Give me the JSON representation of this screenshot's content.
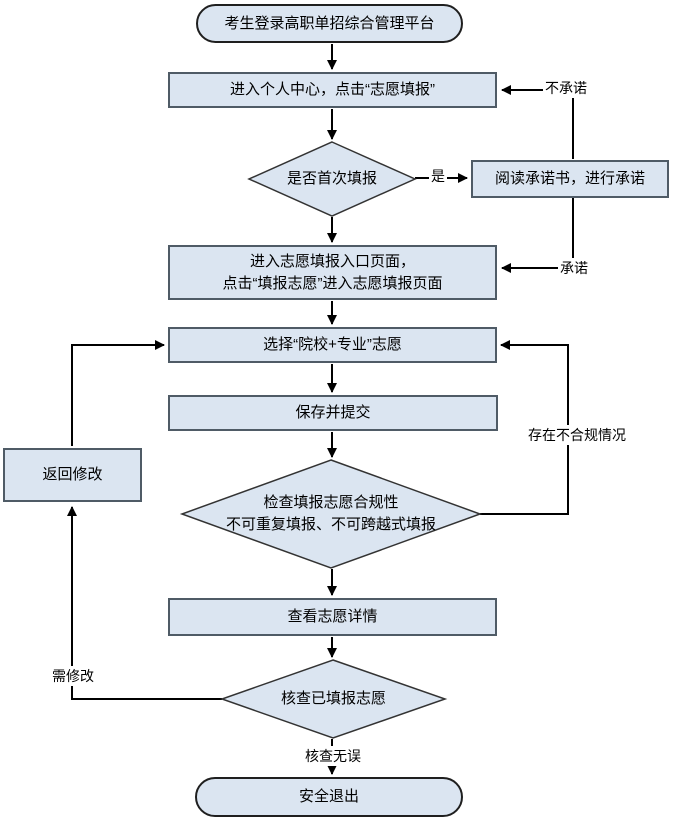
{
  "colors": {
    "node_fill": "#dbe5f1",
    "rect_border": "#4f5b66",
    "shape_border": "#333333",
    "connector": "#000000"
  },
  "nodes": {
    "start": "考生登录高职单招综合管理平台",
    "personal_center": "进入个人中心，点击“志愿填报”",
    "first_time_check": "是否首次填报",
    "read_commitment": "阅读承诺书，进行承诺",
    "entry_page_line1": "进入志愿填报入口页面，",
    "entry_page_line2": "点击“填报志愿”进入志愿填报页面",
    "choose": "选择“院校+专业”志愿",
    "save_submit": "保存并提交",
    "compliance_line1": "检查填报志愿合规性",
    "compliance_line2": "不可重复填报、不可跨越式填报",
    "view_details": "查看志愿详情",
    "verify": "核查已填报志愿",
    "return_modify": "返回修改",
    "end": "安全退出"
  },
  "edge_labels": {
    "yes": "是",
    "not_commit": "不承诺",
    "commit": "承诺",
    "non_compliant": "存在不合规情况",
    "need_modify": "需修改",
    "verified_ok": "核查无误"
  }
}
